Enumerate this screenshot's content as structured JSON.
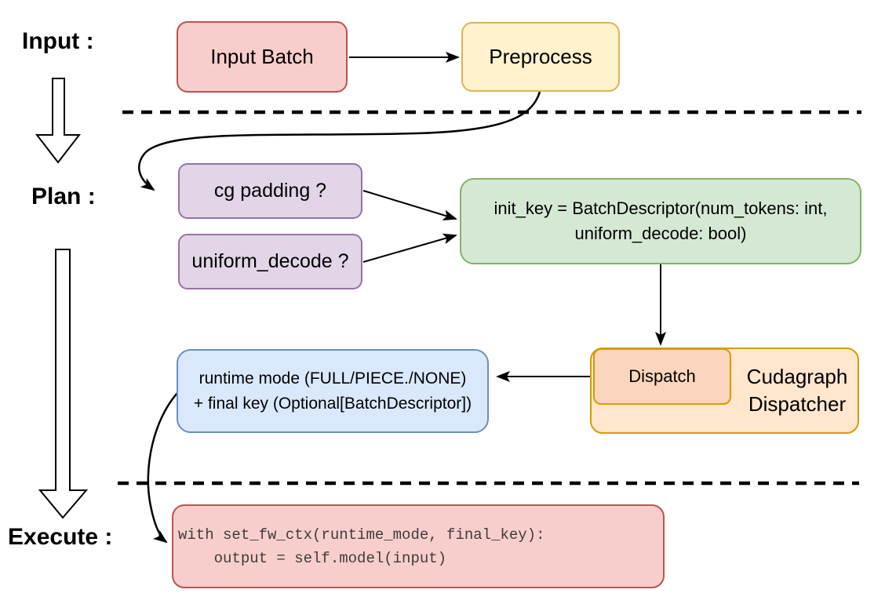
{
  "diagram": {
    "stage_labels": {
      "input": "Input :",
      "plan": "Plan :",
      "execute": "Execute :"
    },
    "nodes": {
      "input_batch": {
        "label": "Input Batch"
      },
      "preprocess": {
        "label": "Preprocess"
      },
      "cg_padding": {
        "label": "cg padding ?"
      },
      "uniform_decode": {
        "label": "uniform_decode ?"
      },
      "init_key": {
        "lines": [
          "init_key = BatchDescriptor(num_tokens: int,",
          "uniform_decode: bool)"
        ]
      },
      "dispatch": {
        "label": "Dispatch"
      },
      "cudagraph_dispatcher": {
        "lines": [
          "Cudagraph",
          "Dispatcher"
        ]
      },
      "runtime_mode": {
        "lines": [
          "runtime mode (FULL/PIECE./NONE)",
          "+ final key (Optional[BatchDescriptor])"
        ]
      },
      "execute_code": {
        "lines": [
          "with set_fw_ctx(runtime_mode, final_key):",
          "    output = self.model(input)"
        ]
      }
    },
    "colors": {
      "red_fill": "#F8CECC",
      "red_stroke": "#B85450",
      "yellow_fill": "#FFF2CC",
      "yellow_stroke": "#D6B656",
      "purple_fill": "#E1D5E7",
      "purple_stroke": "#9673A6",
      "green_fill": "#D5E8D4",
      "green_stroke": "#82B366",
      "orange_fill": "#FFE6CC",
      "orange_inner_fill": "#FBD5BD",
      "orange_stroke": "#D79B00",
      "blue_fill": "#DAE8FC",
      "blue_stroke": "#6C8EBF",
      "line_color": "#000000",
      "background": "#FFFFFF"
    }
  }
}
